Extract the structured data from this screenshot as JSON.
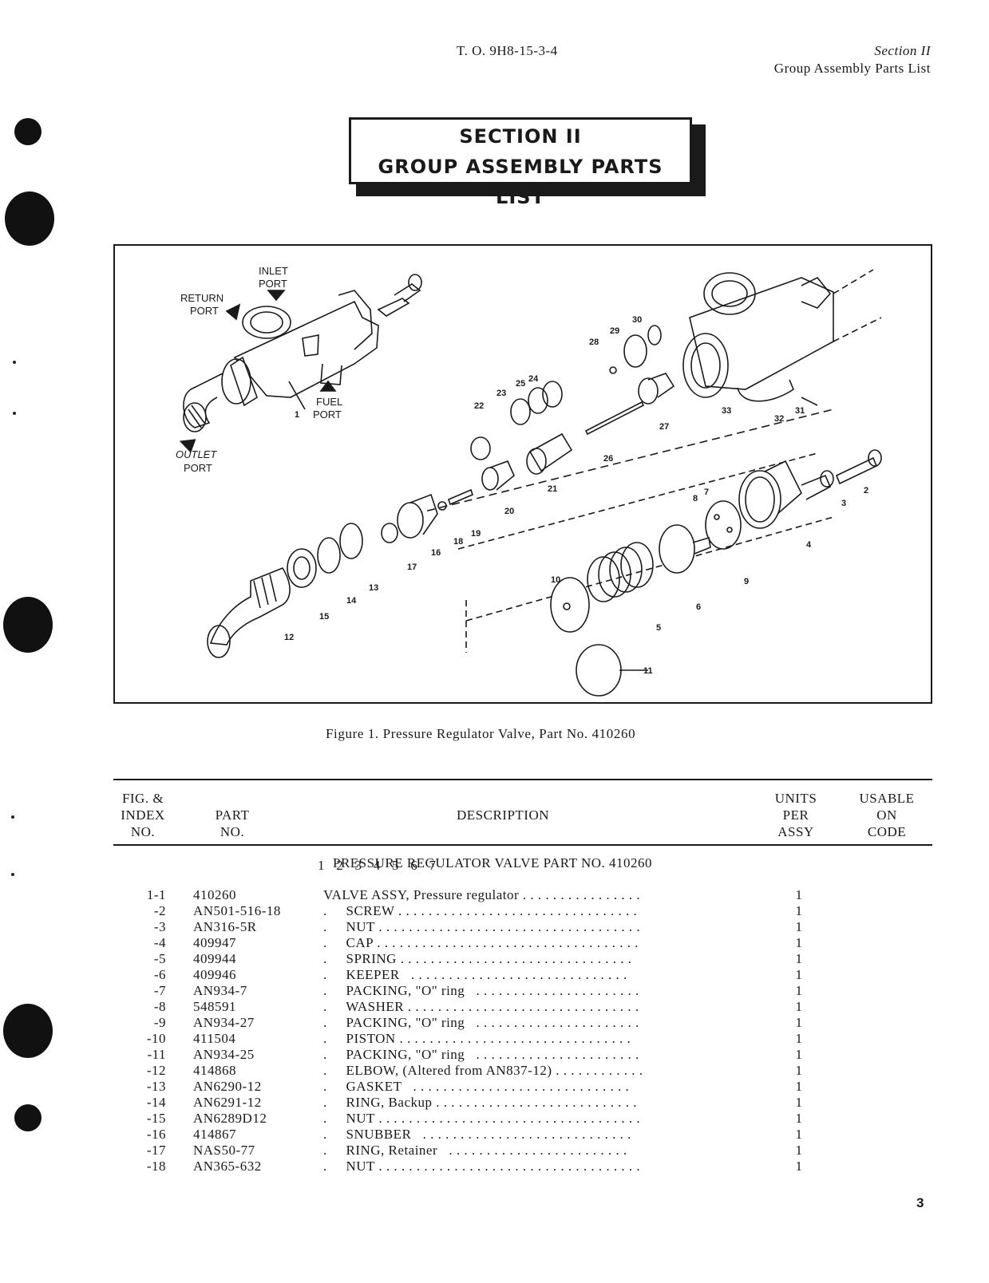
{
  "header": {
    "doc_number": "T. O.  9H8-15-3-4",
    "section": "Section II",
    "section_title": "Group Assembly Parts List"
  },
  "section_box": {
    "line1": "SECTION II",
    "line2": "GROUP ASSEMBLY PARTS LIST"
  },
  "figure": {
    "labels": {
      "inlet1": "INLET",
      "inlet2": "PORT",
      "return1": "RETURN",
      "return2": "PORT",
      "fuel1": "FUEL",
      "fuel2": "PORT",
      "outlet1": "OUTLET",
      "outlet2": "PORT"
    },
    "index_numbers": [
      "1",
      "2",
      "3",
      "4",
      "5",
      "6",
      "7",
      "8",
      "9",
      "10",
      "11",
      "12",
      "13",
      "14",
      "15",
      "16",
      "17",
      "18",
      "19",
      "20",
      "21",
      "22",
      "23",
      "24",
      "25",
      "26",
      "27",
      "28",
      "29",
      "30",
      "31",
      "32",
      "33"
    ],
    "caption": "Figure 1.  Pressure Regulator Valve, Part No. 410260"
  },
  "table": {
    "headers": {
      "fig_index": [
        "FIG. &",
        "INDEX",
        "NO."
      ],
      "part_no": [
        "PART",
        "NO."
      ],
      "description": "DESCRIPTION",
      "indent_levels": "1   2   3   4   5   6   7",
      "units": [
        "UNITS",
        "PER",
        "ASSY"
      ],
      "usable": [
        "USABLE",
        "ON",
        "CODE"
      ]
    },
    "group_title": "PRESSURE REGULATOR VALVE PART NO. 410260",
    "rows": [
      {
        "index": "1-1",
        "part": "410260",
        "desc": "VALVE ASSY, Pressure regulator . . . . . . . . . . . . . . . .",
        "units": "1"
      },
      {
        "index": "-2",
        "part": "AN501-516-18",
        "desc": ".     SCREW . . . . . . . . . . . . . . . . . . . . . . . . . . . . . . . .",
        "units": "1"
      },
      {
        "index": "-3",
        "part": "AN316-5R",
        "desc": ".     NUT . . . . . . . . . . . . . . . . . . . . . . . . . . . . . . . . . . .",
        "units": "1"
      },
      {
        "index": "-4",
        "part": "409947",
        "desc": ".     CAP . . . . . . . . . . . . . . . . . . . . . . . . . . . . . . . . . . .",
        "units": "1"
      },
      {
        "index": "-5",
        "part": "409944",
        "desc": ".     SPRING . . . . . . . . . . . . . . . . . . . . . . . . . . . . . . .",
        "units": "1"
      },
      {
        "index": "-6",
        "part": "409946",
        "desc": ".     KEEPER   . . . . . . . . . . . . . . . . . . . . . . . . . . . . .",
        "units": "1"
      },
      {
        "index": "-7",
        "part": "AN934-7",
        "desc": ".     PACKING, \"O\" ring   . . . . . . . . . . . . . . . . . . . . . .",
        "units": "1"
      },
      {
        "index": "-8",
        "part": "548591",
        "desc": ".     WASHER . . . . . . . . . . . . . . . . . . . . . . . . . . . . . . .",
        "units": "1"
      },
      {
        "index": "-9",
        "part": "AN934-27",
        "desc": ".     PACKING, \"O\" ring   . . . . . . . . . . . . . . . . . . . . . .",
        "units": "1"
      },
      {
        "index": "-10",
        "part": "411504",
        "desc": ".     PISTON . . . . . . . . . . . . . . . . . . . . . . . . . . . . . . .",
        "units": "1"
      },
      {
        "index": "-11",
        "part": "AN934-25",
        "desc": ".     PACKING, \"O\" ring   . . . . . . . . . . . . . . . . . . . . . .",
        "units": "1"
      },
      {
        "index": "-12",
        "part": "414868",
        "desc": ".     ELBOW, (Altered from AN837-12) . . . . . . . . . . . .",
        "units": "1"
      },
      {
        "index": "-13",
        "part": "AN6290-12",
        "desc": ".     GASKET   . . . . . . . . . . . . . . . . . . . . . . . . . . . . .",
        "units": "1"
      },
      {
        "index": "-14",
        "part": "AN6291-12",
        "desc": ".     RING, Backup . . . . . . . . . . . . . . . . . . . . . . . . . . .",
        "units": "1"
      },
      {
        "index": "-15",
        "part": "AN6289D12",
        "desc": ".     NUT . . . . . . . . . . . . . . . . . . . . . . . . . . . . . . . . . . .",
        "units": "1"
      },
      {
        "index": "-16",
        "part": "414867",
        "desc": ".     SNUBBER   . . . . . . . . . . . . . . . . . . . . . . . . . . . .",
        "units": "1"
      },
      {
        "index": "-17",
        "part": "NAS50-77",
        "desc": ".     RING, Retainer   . . . . . . . . . . . . . . . . . . . . . . . .",
        "units": "1"
      },
      {
        "index": "-18",
        "part": "AN365-632",
        "desc": ".     NUT . . . . . . . . . . . . . . . . . . . . . . . . . . . . . . . . . . .",
        "units": "1"
      }
    ]
  },
  "page_number": "3"
}
